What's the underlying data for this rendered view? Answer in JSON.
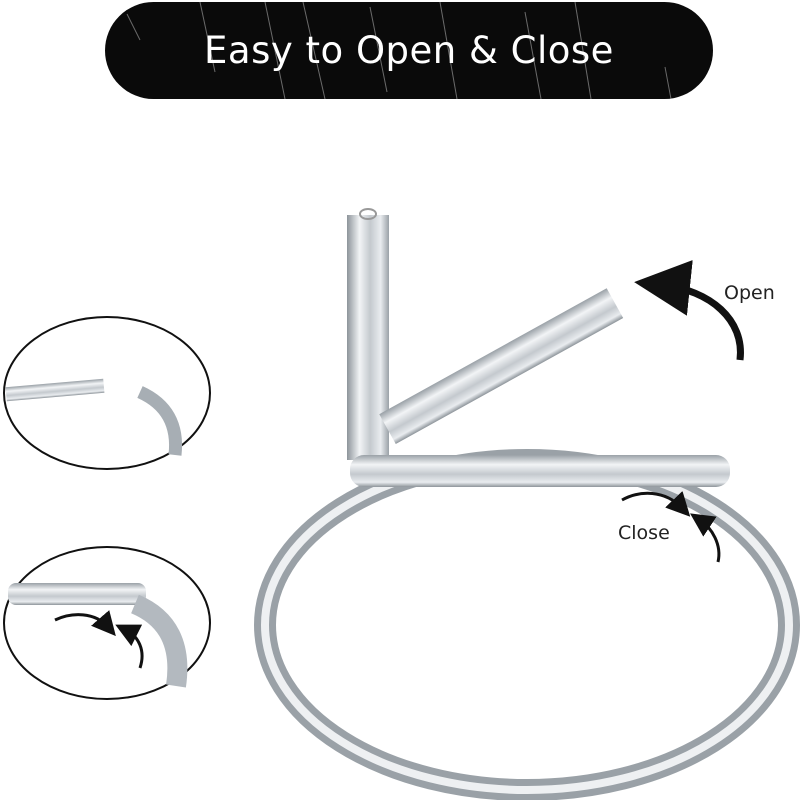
{
  "banner": {
    "title": "Easy to Open & Close"
  },
  "labels": {
    "open": "Open",
    "close": "Close"
  },
  "colors": {
    "banner_bg": "#0a0a0a",
    "banner_text": "#ffffff",
    "metal_light": "#f2f4f6",
    "metal_mid": "#c4c9ce",
    "metal_dark": "#8d949a",
    "arrow": "#111111"
  }
}
